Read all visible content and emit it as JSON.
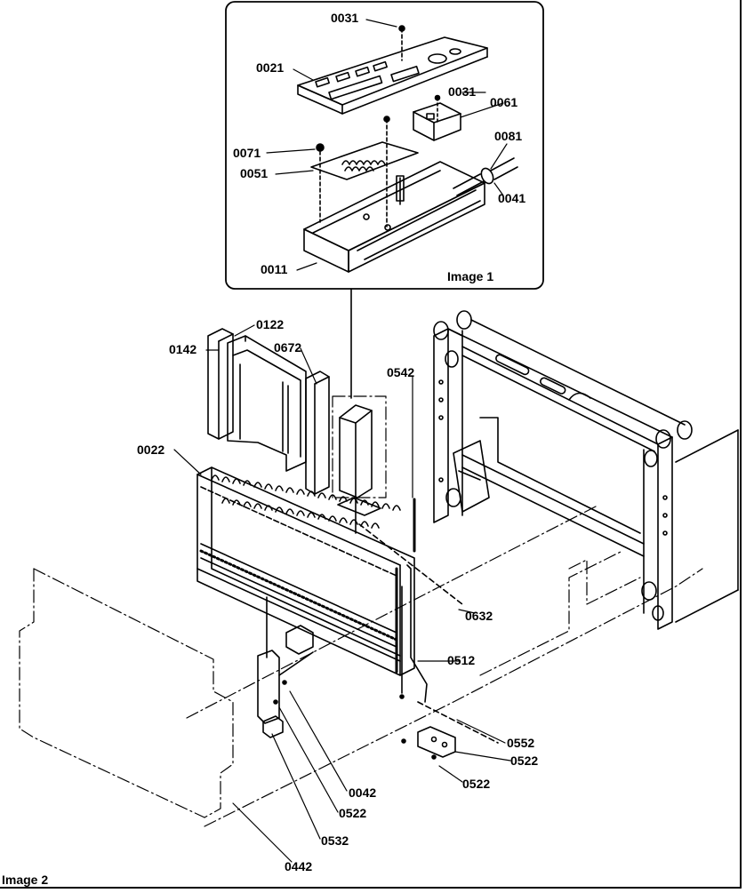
{
  "inset_title": "Image 1",
  "page_title": "Image 2",
  "callouts": {
    "c0031a": "0031",
    "c0021": "0021",
    "c0031b": "0031",
    "c0061": "0061",
    "c0071": "0071",
    "c0081": "0081",
    "c0051": "0051",
    "c0041": "0041",
    "c0011": "0011",
    "c0122": "0122",
    "c0142": "0142",
    "c0672": "0672",
    "c0542": "0542",
    "c0022": "0022",
    "c0632": "0632",
    "c0512": "0512",
    "c0552": "0552",
    "c0522a": "0522",
    "c0522b": "0522",
    "c0042": "0042",
    "c0522c": "0522",
    "c0532": "0532",
    "c0442": "0442"
  }
}
